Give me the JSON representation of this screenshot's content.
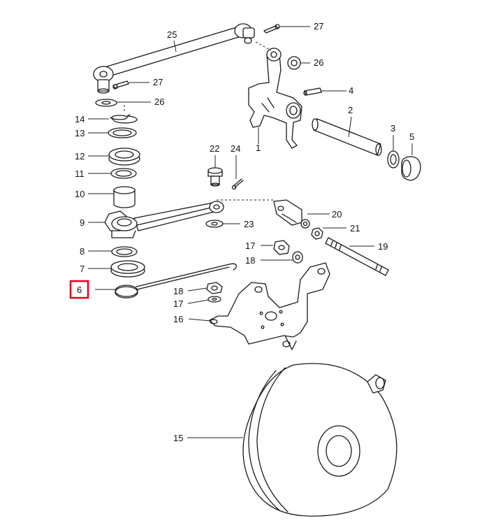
{
  "diagram": {
    "highlight_color": "#e0001b",
    "highlighted_label": "6",
    "callouts": [
      {
        "id": "c25",
        "text": "25"
      },
      {
        "id": "c27a",
        "text": "27"
      },
      {
        "id": "c26a",
        "text": "26"
      },
      {
        "id": "c27b",
        "text": "27"
      },
      {
        "id": "c26b",
        "text": "26"
      },
      {
        "id": "c4",
        "text": "4"
      },
      {
        "id": "c14",
        "text": "14"
      },
      {
        "id": "c13",
        "text": "13"
      },
      {
        "id": "c12",
        "text": "12"
      },
      {
        "id": "c11",
        "text": "11"
      },
      {
        "id": "c10",
        "text": "10"
      },
      {
        "id": "c9",
        "text": "9"
      },
      {
        "id": "c8",
        "text": "8"
      },
      {
        "id": "c7",
        "text": "7"
      },
      {
        "id": "c6",
        "text": "6"
      },
      {
        "id": "c2",
        "text": "2"
      },
      {
        "id": "c3",
        "text": "3"
      },
      {
        "id": "c5",
        "text": "5"
      },
      {
        "id": "c1",
        "text": "1"
      },
      {
        "id": "c22",
        "text": "22"
      },
      {
        "id": "c24",
        "text": "24"
      },
      {
        "id": "c20",
        "text": "20"
      },
      {
        "id": "c21",
        "text": "21"
      },
      {
        "id": "c23",
        "text": "23"
      },
      {
        "id": "c17a",
        "text": "17"
      },
      {
        "id": "c18a",
        "text": "18"
      },
      {
        "id": "c19",
        "text": "19"
      },
      {
        "id": "c18b",
        "text": "18"
      },
      {
        "id": "c17b",
        "text": "17"
      },
      {
        "id": "c16",
        "text": "16"
      },
      {
        "id": "c15",
        "text": "15"
      }
    ]
  }
}
